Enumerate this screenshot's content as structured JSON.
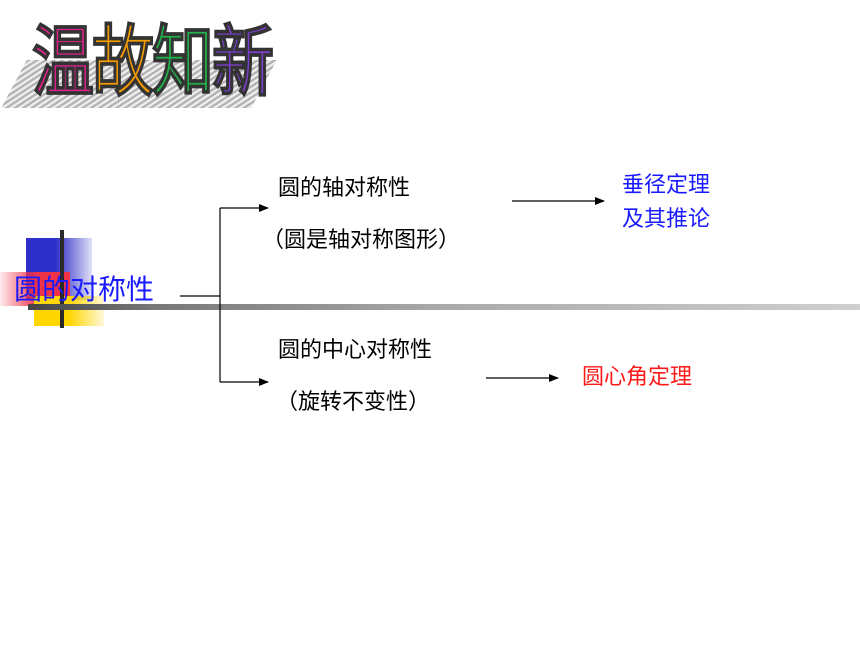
{
  "title": {
    "chars": [
      {
        "text": "温",
        "color": "#e0208c"
      },
      {
        "text": "故",
        "color": "#f59a00"
      },
      {
        "text": "知",
        "color": "#22b04a"
      },
      {
        "text": "新",
        "color": "#7b3fd0"
      }
    ]
  },
  "root": {
    "label": "圆的对称性",
    "color": "#1a1aff"
  },
  "branches": {
    "upper": {
      "line1": "圆的轴对称性",
      "line2": "（圆是轴对称图形）",
      "result_line1": "垂径定理",
      "result_line2": "及其推论",
      "result_color": "#1a1aff"
    },
    "lower": {
      "line1": "圆的中心对称性",
      "line2": "（旋转不变性）",
      "result_line1": "圆心角定理",
      "result_color": "#ff1a1a"
    }
  }
}
